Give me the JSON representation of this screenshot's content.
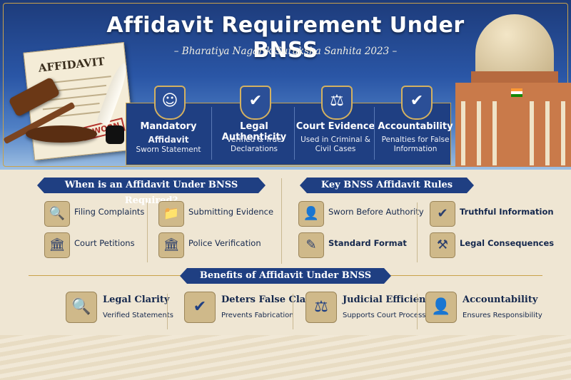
{
  "header": {
    "title": "Affidavit Requirement Under BNSS",
    "subtitle": "– Bharatiya Nagarik Suraksha Sanhita 2023 –"
  },
  "document": {
    "heading": "AFFIDAVIT",
    "stamp": "SWORN"
  },
  "features": [
    {
      "icon": "person-badge-icon",
      "glyph": "☺",
      "title": "Mandatory",
      "title2": "Affidavit",
      "desc": "Sworn Statement"
    },
    {
      "icon": "check-shield-icon",
      "glyph": "✔",
      "title": "Legal Authenticity",
      "desc": "Verified & True Declarations"
    },
    {
      "icon": "scales-icon",
      "glyph": "⚖",
      "title": "Court Evidence",
      "desc": "Used in Criminal & Civil Cases"
    },
    {
      "icon": "check-circle-icon",
      "glyph": "✔",
      "title": "Accountability",
      "desc": "Penalties for False Information"
    }
  ],
  "required": {
    "heading": "When is an Affidavit Under BNSS Required?",
    "items": [
      {
        "icon": "document-magnifier-icon",
        "glyph": "🔍",
        "label": "Filing Complaints"
      },
      {
        "icon": "folder-icon",
        "glyph": "📁",
        "label": "Submitting Evidence"
      },
      {
        "icon": "courthouse-icon",
        "glyph": "🏛",
        "label": "Court Petitions"
      },
      {
        "icon": "police-building-icon",
        "glyph": "🏛",
        "label": "Police Verification"
      }
    ]
  },
  "rules": {
    "heading": "Key BNSS Affidavit Rules",
    "items": [
      {
        "icon": "authority-person-icon",
        "glyph": "👤",
        "label": "Sworn Before Authority",
        "bold": false
      },
      {
        "icon": "shield-check-icon",
        "glyph": "✔",
        "label": "Truthful Information",
        "bold": true
      },
      {
        "icon": "document-pen-icon",
        "glyph": "✎",
        "label": "Standard Format",
        "bold": true
      },
      {
        "icon": "gavel-document-icon",
        "glyph": "⚒",
        "label": "Legal Consequences",
        "bold": true
      }
    ]
  },
  "benefits": {
    "heading": "Benefits of Affidavit Under BNSS",
    "items": [
      {
        "icon": "magnifier-document-icon",
        "glyph": "🔍",
        "title": "Legal Clarity",
        "desc": "Verified Statements"
      },
      {
        "icon": "shield-check-icon",
        "glyph": "✔",
        "title": "Deters False Claims",
        "desc": "Prevents Fabrication"
      },
      {
        "icon": "scales-handcuffs-icon",
        "glyph": "⚖",
        "title": "Judicial Efficiency",
        "desc": "Supports Court Process"
      },
      {
        "icon": "official-person-icon",
        "glyph": "👤",
        "title": "Accountability",
        "desc": "Ensures Responsibility"
      }
    ]
  }
}
